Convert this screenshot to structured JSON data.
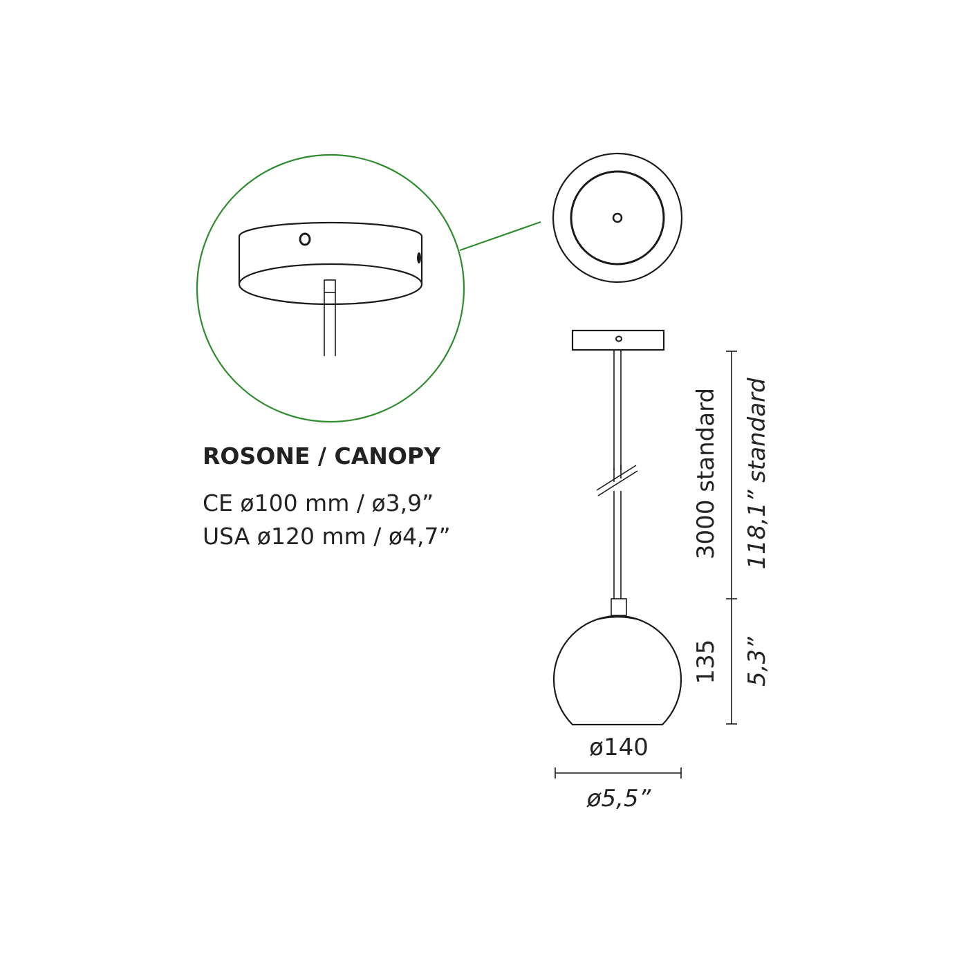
{
  "canopy": {
    "title": "ROSONE / CANOPY",
    "line_ce": "CE ø100 mm / ø3,9”",
    "line_usa": "USA ø120 mm / ø4,7”"
  },
  "dimensions": {
    "cable_length_mm": "3000 standard",
    "cable_length_in": "118,1” standard",
    "shade_height_mm": "135",
    "shade_height_in": "5,3”",
    "diameter_mm": "ø140",
    "diameter_in": "ø5,5”"
  },
  "colors": {
    "detail_circle": "#2e8b2e",
    "lines": "#1a1a1a"
  }
}
